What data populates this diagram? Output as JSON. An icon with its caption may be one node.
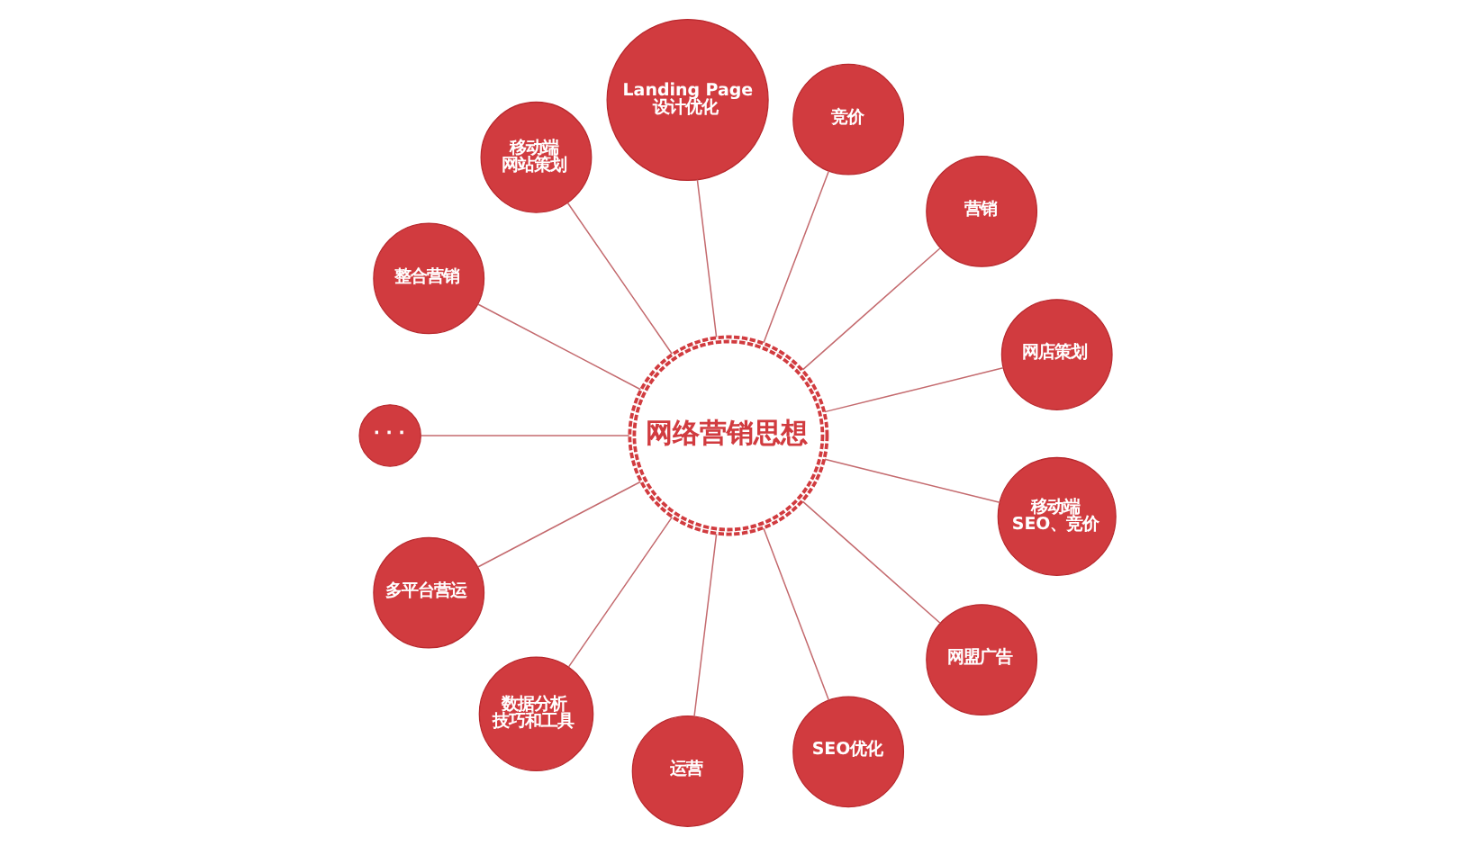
{
  "diagram": {
    "nodes": [
      {
        "text": [
          "网络营销思想"
        ]
      },
      {
        "text": [
          "网店策划"
        ]
      },
      {
        "text": [
          "营销"
        ]
      },
      {
        "text": [
          "竞价"
        ]
      },
      {
        "text": [
          "Landing Page 设计优化"
        ]
      },
      {
        "text": [
          "移动端网站策划"
        ]
      },
      {
        "text": [
          "整合营销"
        ]
      },
      {
        "text": [
          "· · ·"
        ]
      },
      {
        "text": [
          "多平台营运"
        ]
      },
      {
        "text": [
          "数据分析技巧和工具"
        ]
      },
      {
        "text": [
          "运营"
        ]
      },
      {
        "text": [
          "SEO优化"
        ]
      },
      {
        "text": [
          "网盟广告"
        ]
      },
      {
        "text": [
          "移动端SEO、竞价"
        ]
      }
    ],
    "edges": [
      {
        "from": 0,
        "to": 1,
        "arrow": "none"
      },
      {
        "from": 0,
        "to": 2,
        "arrow": "none"
      },
      {
        "from": 0,
        "to": 3,
        "arrow": "none"
      },
      {
        "from": 0,
        "to": 4,
        "arrow": "none"
      },
      {
        "from": 0,
        "to": 5,
        "arrow": "none"
      },
      {
        "from": 0,
        "to": 6,
        "arrow": "none"
      },
      {
        "from": 0,
        "to": 7,
        "arrow": "none"
      },
      {
        "from": 0,
        "to": 8,
        "arrow": "none"
      },
      {
        "from": 0,
        "to": 9,
        "arrow": "none"
      },
      {
        "from": 0,
        "to": 10,
        "arrow": "none"
      },
      {
        "from": 0,
        "to": 11,
        "arrow": "none"
      },
      {
        "from": 0,
        "to": 12,
        "arrow": "none"
      },
      {
        "from": 0,
        "to": 13,
        "arrow": "none"
      }
    ]
  }
}
